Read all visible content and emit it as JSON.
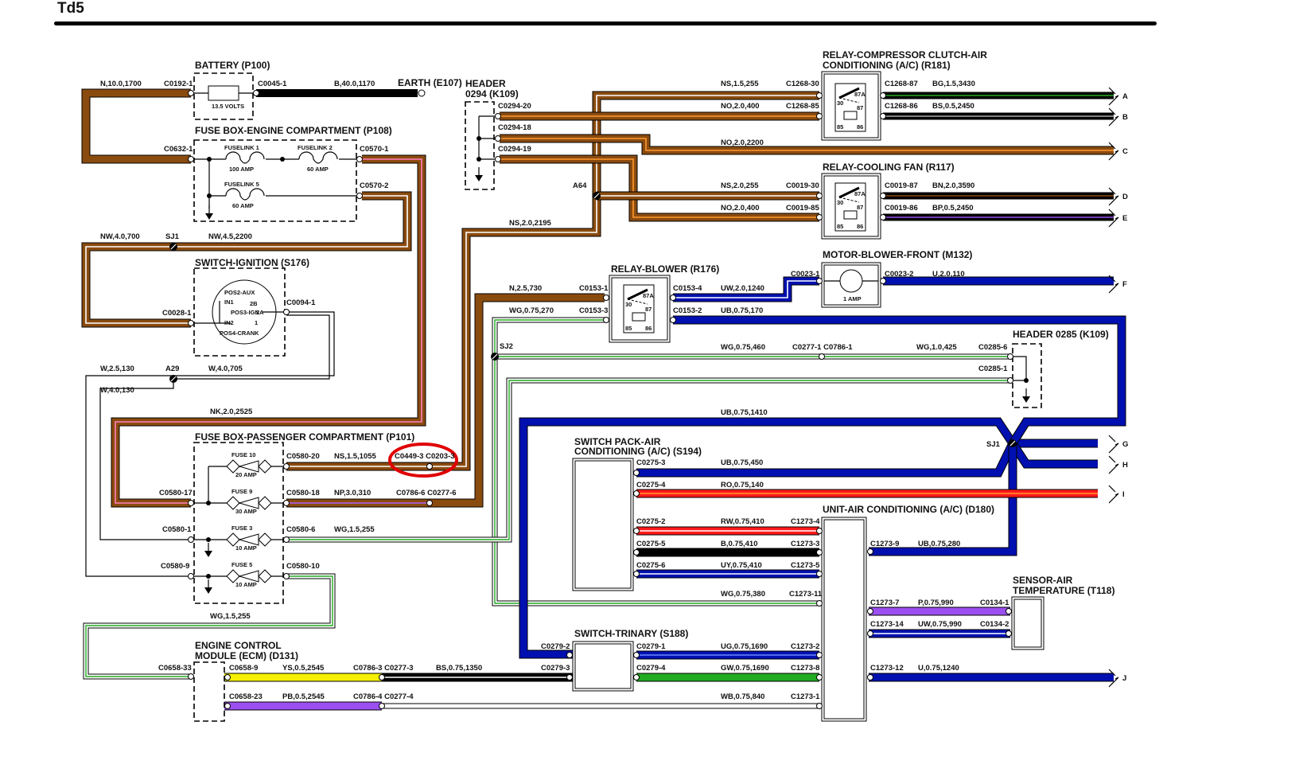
{
  "page": {
    "title": "Td5"
  },
  "components": {
    "battery": {
      "title": "BATTERY (P100)",
      "voltage": "13.5 VOLTS"
    },
    "earth": {
      "title": "EARTH (E107)"
    },
    "fuse_engine": {
      "title": "FUSE BOX-ENGINE COMPARTMENT (P108)",
      "fuses": [
        {
          "name": "FUSELINK 1",
          "rating": "100 AMP"
        },
        {
          "name": "FUSELINK 2",
          "rating": "60 AMP"
        },
        {
          "name": "FUSELINK 5",
          "rating": "60 AMP"
        }
      ]
    },
    "ignition": {
      "title": "SWITCH-IGNITION (S176)",
      "pins": [
        "POS2-AUX",
        "IN1",
        "2B",
        "POS3-IGN",
        "2A",
        "IN2",
        "1",
        "POS4-CRANK"
      ]
    },
    "fuse_passenger": {
      "title": "FUSE BOX-PASSENGER COMPARTMENT (P101)",
      "fuses": [
        {
          "name": "FUSE 10",
          "rating": "20 AMP"
        },
        {
          "name": "FUSE 9",
          "rating": "30 AMP"
        },
        {
          "name": "FUSE 3",
          "rating": "10 AMP"
        },
        {
          "name": "FUSE 5",
          "rating": "10 AMP"
        }
      ]
    },
    "ecm": {
      "title_line1": "ENGINE CONTROL",
      "title_line2": "MODULE (ECM) (D131)"
    },
    "header_k109_top": {
      "title_line1": "HEADER",
      "title_line2": "0294 (K109)"
    },
    "relay_compressor": {
      "title_line1": "RELAY-COMPRESSOR CLUTCH-AIR",
      "title_line2": "CONDITIONING (A/C) (R181)"
    },
    "relay_fan": {
      "title": "RELAY-COOLING FAN (R117)"
    },
    "relay_blower": {
      "title": "RELAY-BLOWER (R176)"
    },
    "motor_blower": {
      "title": "MOTOR-BLOWER-FRONT (M132)",
      "rating": "1 AMP"
    },
    "header_0285": {
      "title": "HEADER 0285 (K109)"
    },
    "switch_pack": {
      "title_line1": "SWITCH PACK-AIR",
      "title_line2": "CONDITIONING (A/C) (S194)"
    },
    "unit_ac": {
      "title": "UNIT-AIR CONDITIONING (A/C) (D180)"
    },
    "trinary": {
      "title": "SWITCH-TRINARY (S188)"
    },
    "sensor": {
      "title_line1": "SENSOR-AIR",
      "title_line2": "TEMPERATURE (T118)"
    },
    "relay_pins": {
      "p30": "30",
      "p87a": "87A",
      "p87": "87",
      "p85": "85",
      "p86": "86"
    }
  },
  "connectors": {
    "c0192_1": "C0192-1",
    "c0045_1": "C0045-1",
    "c0632_1": "C0632-1",
    "c0570_1": "C0570-1",
    "c0570_2": "C0570-2",
    "c0028_1": "C0028-1",
    "c0094_1": "C0094-1",
    "c0580_20": "C0580-20",
    "c0580_17": "C0580-17",
    "c0580_18": "C0580-18",
    "c0580_1": "C0580-1",
    "c0580_6": "C0580-6",
    "c0580_9": "C0580-9",
    "c0580_10": "C0580-10",
    "c0449_c0203": "C0449-3 C0203-3",
    "c0786_6_c0277_6": "C0786-6 C0277-6",
    "c0658_33": "C0658-33",
    "c0658_9": "C0658-9",
    "c0658_23": "C0658-23",
    "c0786_3_c0277_3": "C0786-3 C0277-3",
    "c0786_4_c0277_4": "C0786-4 C0277-4",
    "c0294_20": "C0294-20",
    "c0294_18": "C0294-18",
    "c0294_19": "C0294-19",
    "c1268_30": "C1268-30",
    "c1268_85": "C1268-85",
    "c1268_87": "C1268-87",
    "c1268_86": "C1268-86",
    "c0019_30": "C0019-30",
    "c0019_85": "C0019-85",
    "c0019_87": "C0019-87",
    "c0019_86": "C0019-86",
    "c0153_1": "C0153-1",
    "c0153_3": "C0153-3",
    "c0153_4": "C0153-4",
    "c0153_2": "C0153-2",
    "c0023_1": "C0023-1",
    "c0023_2": "C0023-2",
    "c0277_1_c0786_1": "C0277-1 C0786-1",
    "c0285_6": "C0285-6",
    "c0285_1": "C0285-1",
    "c0275_3": "C0275-3",
    "c0275_4": "C0275-4",
    "c0275_2": "C0275-2",
    "c0275_5": "C0275-5",
    "c0275_6": "C0275-6",
    "c1273_4": "C1273-4",
    "c1273_3": "C1273-3",
    "c1273_5": "C1273-5",
    "c1273_11": "C1273-11",
    "c1273_9": "C1273-9",
    "c1273_7": "C1273-7",
    "c1273_14": "C1273-14",
    "c1273_12": "C1273-12",
    "c1273_2": "C1273-2",
    "c1273_8": "C1273-8",
    "c1273_1": "C1273-1",
    "c0134_1": "C0134-1",
    "c0134_2": "C0134-2",
    "c0279_2": "C0279-2",
    "c0279_3": "C0279-3",
    "c0279_1": "C0279-1",
    "c0279_4": "C0279-4"
  },
  "splices": {
    "sj1_left": "SJ1",
    "a29": "A29",
    "a64": "A64",
    "sj2": "SJ2",
    "sj1_right": "SJ1"
  },
  "wires": {
    "w_n_10": "N,10.0,1700",
    "w_b_40": "B,40.0,1170",
    "w_nw_4_700": "NW,4.0,700",
    "w_nw_45_2200": "NW,4.5,2200",
    "w_w_25_130": "W,2.5,130",
    "w_w_4_705": "W,4.0,705",
    "w_w_4_130": "W,4.0,130",
    "w_nk": "NK,2.0,2525",
    "w_ns_15_1055": "NS,1.5,1055",
    "w_np": "NP,3.0,310",
    "w_wg_15_255a": "WG,1.5,255",
    "w_wg_15_255b": "WG,1.5,255",
    "w_ys": "YS,0.5,2545",
    "w_bs_075": "BS,0.75,1350",
    "w_pb": "PB,0.5,2545",
    "w_wb": "WB,0.75,840",
    "w_ns_15_255": "NS,1.5,255",
    "w_no_2_400a": "NO,2.0,400",
    "w_no_2_2200": "NO,2.0,2200",
    "w_ns_2_255": "NS,2.0,255",
    "w_no_2_400b": "NO,2.0,400",
    "w_ns_2_2195": "NS,2.0,2195",
    "w_bg": "BG,1.5,3430",
    "w_bs_05": "BS,0.5,2450",
    "w_bn": "BN,2.0,3590",
    "w_bp": "BP,0.5,2450",
    "w_n_25": "N,2.5,730",
    "w_wg_075_270": "WG,0.75,270",
    "w_uw_2": "UW,2.0,1240",
    "w_ub_170": "UB,0.75,170",
    "w_u_2_110": "U,2.0,110",
    "w_wg_075_460": "WG,0.75,460",
    "w_wg_1_425": "WG,1.0,425",
    "w_ub_1410": "UB,0.75,1410",
    "w_ub_450": "UB,0.75,450",
    "w_ro": "RO,0.75,140",
    "w_rw": "RW,0.75,410",
    "w_b_075": "B,0.75,410",
    "w_uy": "UY,0.75,410",
    "w_wg_380": "WG,0.75,380",
    "w_ub_280": "UB,0.75,280",
    "w_p": "P,0.75,990",
    "w_uw_990": "UW,0.75,990",
    "w_u_1240": "U,0.75,1240",
    "w_ug": "UG,0.75,1690",
    "w_gw": "GW,0.75,1690"
  },
  "off_page_refs": [
    "A",
    "B",
    "C",
    "D",
    "E",
    "F",
    "G",
    "H",
    "I",
    "J"
  ],
  "highlight": {
    "label": "C0449-3 C0203-3",
    "color": "#e00000"
  },
  "wire_colors": {
    "brown": "#8a4b0f",
    "black": "#000000",
    "blue": "#0010b0",
    "red": "#ff1a1a",
    "yellow": "#f5f000",
    "green": "#22aa22",
    "purple": "#9b4ff0",
    "pink": "#ff80c0",
    "orange": "#ff9a30",
    "white": "#ffffff"
  }
}
